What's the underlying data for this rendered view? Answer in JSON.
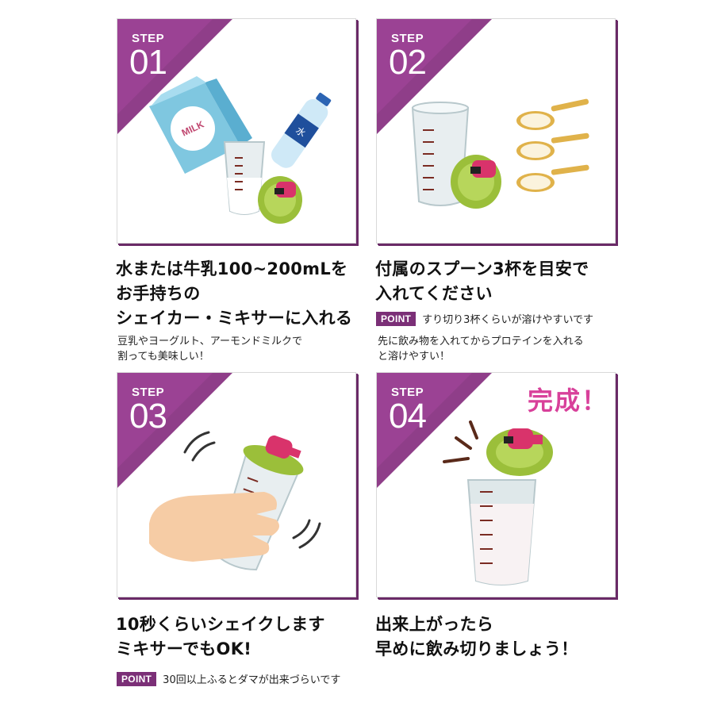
{
  "steps": [
    {
      "label": "STEP",
      "number": "01",
      "title_lines": [
        "水または牛乳100~200mLを",
        "お手持ちの",
        "シェイカー・ミキサーに入れる"
      ],
      "note_lines": [
        "豆乳やヨーグルト、アーモンドミルクで",
        "割っても美味しい！"
      ],
      "art": {
        "milk_text": "MILK",
        "water_text": "水"
      }
    },
    {
      "label": "STEP",
      "number": "02",
      "title_lines": [
        "付属のスプーン3杯を目安で",
        "入れてください"
      ],
      "point": {
        "badge": "POINT",
        "text": "すり切り3杯くらいが溶けやすいです"
      },
      "note_lines": [
        "先に飲み物を入れてからプロテインを入れる",
        "と溶けやすい！"
      ]
    },
    {
      "label": "STEP",
      "number": "03",
      "title_lines": [
        "10秒くらいシェイクします",
        "ミキサーでもOK!"
      ],
      "point": {
        "badge": "POINT",
        "text": "30回以上ふるとダマが出来づらいです"
      }
    },
    {
      "label": "STEP",
      "number": "04",
      "title_lines": [
        "出来上がったら",
        "早めに飲み切りましょう！"
      ],
      "art": {
        "complete_text": "完成！"
      }
    }
  ],
  "colors": {
    "accent_purple": "#8f3e89",
    "point_badge": "#7b2f77",
    "complete_pink": "#d8409a",
    "shaker_lid_green": "#9bbf3a",
    "shaker_cap_pink": "#d9336b"
  }
}
